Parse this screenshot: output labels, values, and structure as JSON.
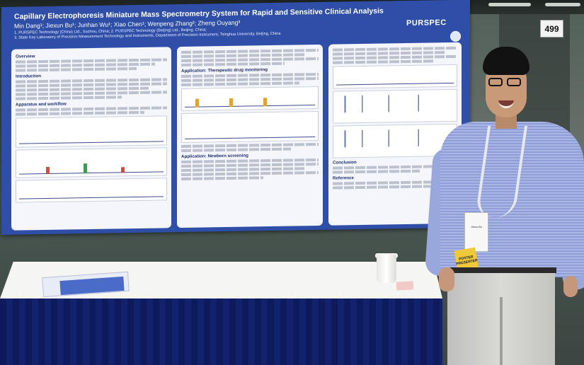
{
  "booth": {
    "number": "499"
  },
  "poster": {
    "title": "Capillary Electrophoresis Miniature Mass Spectrometry System for Rapid and Sensitive Clinical Analysis",
    "authors": "Min Dang¹; Jiexun Bu¹; Junhan Wu¹; Xiao Chen¹; Wenpeng Zhang²; Zheng Ouyang³",
    "affiliations": [
      "1. PURSPEC Technology (China) Ltd., Suzhou, China; 2. PURSPEC Technology (Beijing) Ltd., Beijing, China;",
      "3. State Key Laboratory of Precision Measurement Technology and Instruments, Department of Precision Instrument, Tsinghua University, Beijing, China"
    ],
    "logo": "PURSPEC",
    "sections": {
      "overview": "Overview",
      "introduction": "Introduction",
      "apparatus": "Apparatus and workflow",
      "therapeutic": "Application: Therapeutic drug monitoring",
      "newborn": "Application: Newborn screening",
      "conclusion": "Conclusion",
      "reference": "Reference"
    }
  },
  "badge": {
    "name": "Jiexun Bu"
  },
  "ribbon": {
    "line1": "POSTER",
    "line2": "PRESENTER"
  },
  "colors": {
    "poster_blue": "#2f4ea8",
    "table_skirt": "#0d1a5c",
    "ribbon": "#f0c93a"
  }
}
